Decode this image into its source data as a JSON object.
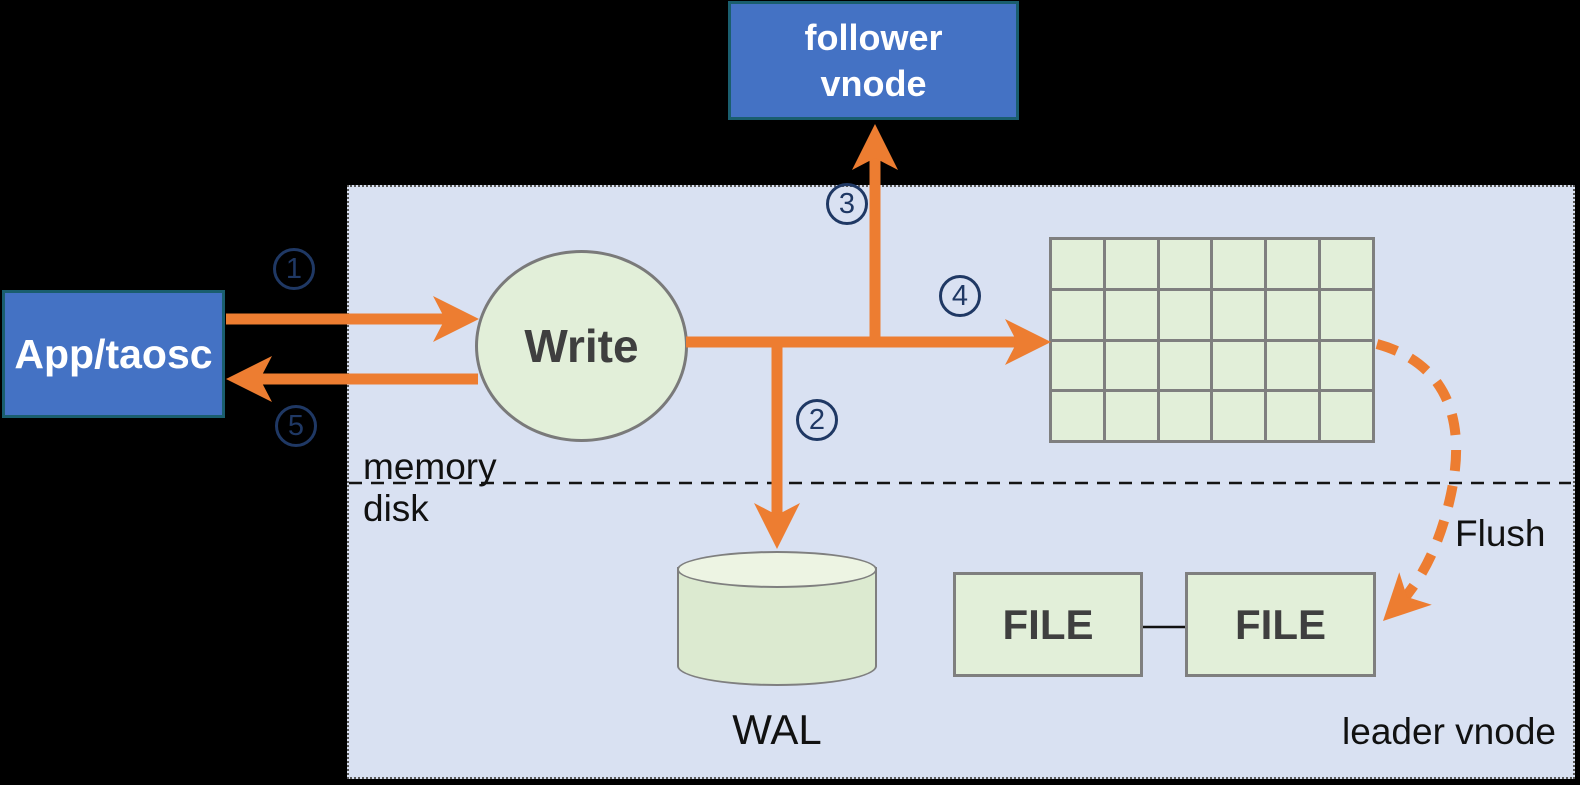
{
  "nodes": {
    "app": {
      "label": "App/taosc"
    },
    "follower_vnode": {
      "line1": "follower",
      "line2": "vnode"
    },
    "write": {
      "label": "Write"
    },
    "wal": {
      "label": "WAL"
    },
    "file_left": {
      "label": "FILE"
    },
    "file_right": {
      "label": "FILE"
    },
    "leader_vnode": {
      "label": "leader vnode"
    },
    "memory": {
      "label": "memory"
    },
    "disk": {
      "label": "disk"
    },
    "flush": {
      "label": "Flush"
    }
  },
  "steps": [
    {
      "label": "1"
    },
    {
      "label": "2"
    },
    {
      "label": "3"
    },
    {
      "label": "4"
    },
    {
      "label": "5"
    }
  ],
  "mem_table_grid": {
    "rows": 4,
    "cols": 6
  },
  "colors": {
    "background": "#000000",
    "leader_container_fill": "#d9e1f2",
    "blue_node_fill": "#4472c4",
    "blue_node_border": "#1a5e6e",
    "green_fill": "#e2efd9",
    "cylinder_body_fill": "#dcead0",
    "cylinder_top_fill": "#edf4e3",
    "gray_border": "#7f7f7f",
    "arrow_orange": "#ed7d31",
    "step_circle_navy": "#1f3864",
    "dark_text": "#3f3f3f",
    "label_text": "#111111"
  }
}
